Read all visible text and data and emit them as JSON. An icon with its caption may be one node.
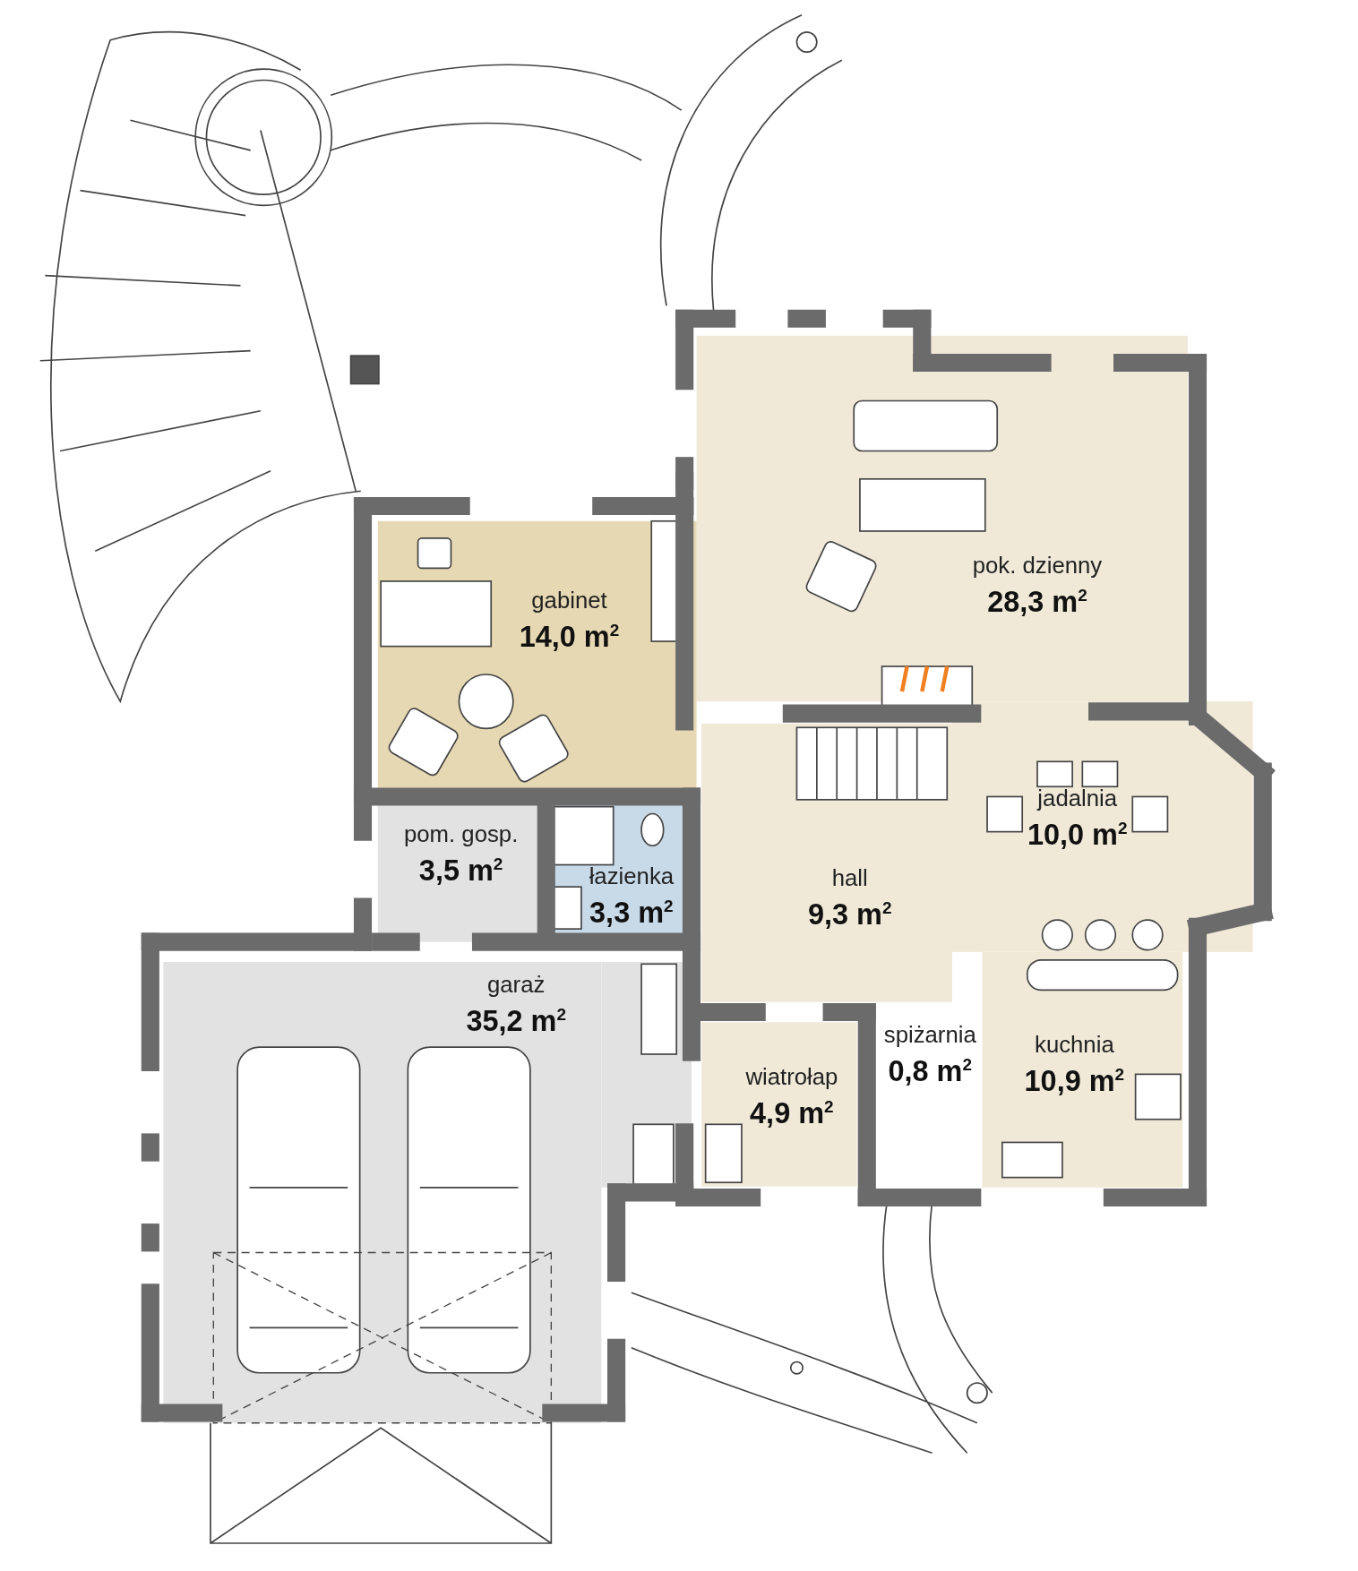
{
  "diagram": {
    "nodes": [
      {
        "text": [
          "pok. dzienny",
          "28,3 m$^{2}$"
        ]
      },
      {
        "text": [
          "gabinet",
          "14,0 m$^{2}$"
        ]
      },
      {
        "text": [
          "jadalnia",
          "10,0 m$^{2}$"
        ]
      },
      {
        "text": [
          "pom. gosp.",
          "3,5 m$^{2}$"
        ]
      },
      {
        "text": [
          "łazienka",
          "3,3 m$^{2}$"
        ]
      },
      {
        "text": [
          "hall",
          "9,3 m$^{2}$"
        ]
      },
      {
        "text": [
          "garaż",
          "35,2 m$^{2}$"
        ]
      },
      {
        "text": [
          "spiżarnia",
          "0,8 m$^{2}$"
        ]
      },
      {
        "text": [
          "kuchnia",
          "10,9 m$^{2}$"
        ]
      },
      {
        "text": [
          "wiatrołap",
          "4,9 m$^{2}$"
        ]
      }
    ]
  }
}
